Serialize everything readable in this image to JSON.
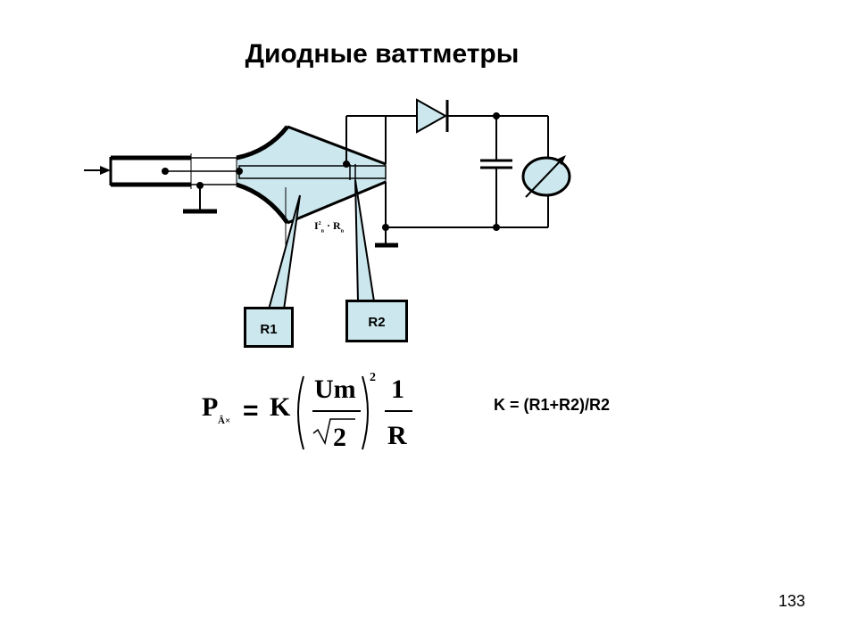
{
  "slide": {
    "title": "Диодные ваттметры",
    "page_number": "133"
  },
  "diagram": {
    "r1_label": "R1",
    "r2_label": "R2",
    "power_label": {
      "i": "I",
      "i_sup": "2",
      "i_sub": "n",
      "dot": "·",
      "r": "R",
      "r_sub": "n"
    },
    "colors": {
      "fill": "#cce8ee",
      "stroke": "#000000"
    }
  },
  "formula": {
    "p": "P",
    "p_sub": "Â×",
    "eq": "=",
    "k": "K",
    "um": "Um",
    "two": "2",
    "exponent": "2",
    "one": "1",
    "r": "R"
  },
  "k_formula": "K = (R1+R2)/R2"
}
